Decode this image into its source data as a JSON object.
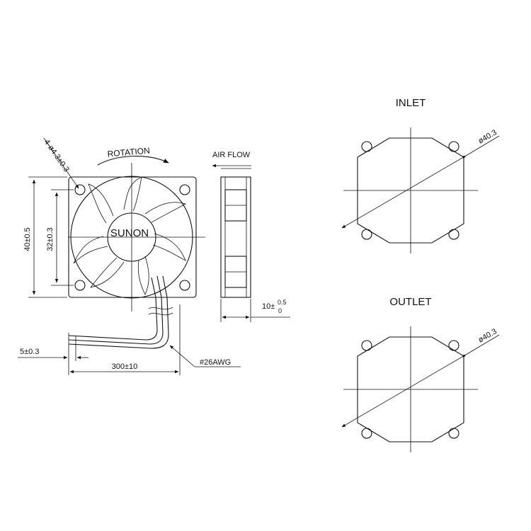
{
  "front_view": {
    "brand": "SUNON",
    "rotation_label": "ROTATION",
    "hole_spec": "4-ø4.3±0.3",
    "outer_dim": "40±0.5",
    "hole_pitch": "32±0.3",
    "lead_strip": "5±0.3",
    "lead_length": "300±10",
    "wire_gauge": "#26AWG"
  },
  "side_view": {
    "airflow_label": "AIR FLOW",
    "thickness_main": "10±",
    "thickness_upper": "0.5",
    "thickness_lower": "0"
  },
  "inlet": {
    "title": "INLET",
    "diameter": "ø40.3"
  },
  "outlet": {
    "title": "OUTLET",
    "diameter": "ø40.3"
  }
}
